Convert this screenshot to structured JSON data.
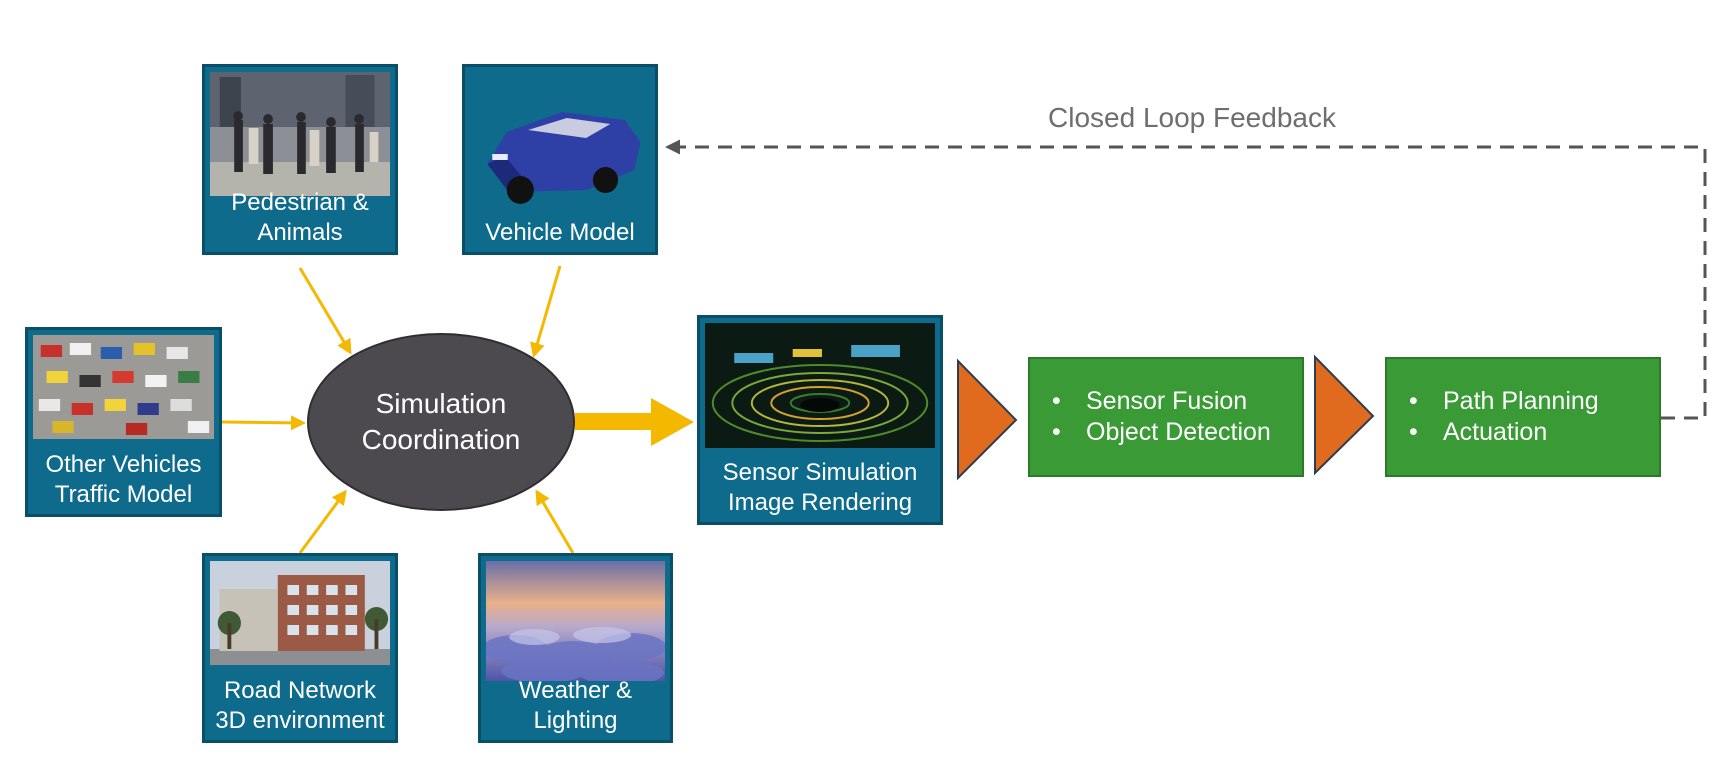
{
  "diagram": {
    "colors": {
      "module_fill": "#0e6b8c",
      "hub_fill": "#4d4a4f",
      "stage_fill": "#3a9a35",
      "arrow_yellow": "#f5b800",
      "chevron_orange": "#e06b1e",
      "feedback_gray": "#6e6e6e"
    },
    "inputs": {
      "pedestrian": {
        "line1": "Pedestrian &",
        "line2": "Animals",
        "icon": "pedestrians-photo-icon"
      },
      "vehicle_model": {
        "line1": "Vehicle Model",
        "icon": "car-model-icon"
      },
      "other_vehicles": {
        "line1": "Other Vehicles",
        "line2": "Traffic Model",
        "icon": "traffic-photo-icon"
      },
      "road_network": {
        "line1": "Road Network",
        "line2": "3D environment",
        "icon": "building-street-icon"
      },
      "weather": {
        "line1": "Weather &",
        "line2": "Lighting",
        "icon": "clouds-sky-icon"
      }
    },
    "hub": {
      "line1": "Simulation",
      "line2": "Coordination"
    },
    "sensor": {
      "line1": "Sensor Simulation",
      "line2": "Image Rendering",
      "icon": "lidar-pointcloud-icon"
    },
    "stage1": {
      "items": [
        "Sensor Fusion",
        "Object Detection"
      ]
    },
    "stage2": {
      "items": [
        "Path Planning",
        "Actuation"
      ]
    },
    "bullet": "•",
    "feedback": {
      "label": "Closed Loop Feedback"
    }
  }
}
